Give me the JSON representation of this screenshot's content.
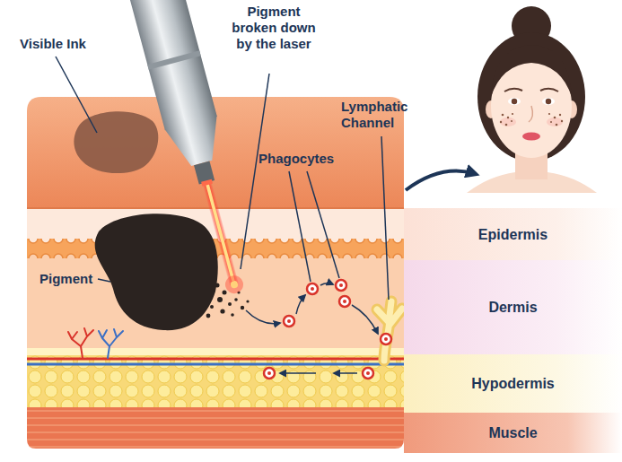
{
  "diagram": {
    "nodes": [
      {
        "text": [
          "Epidermis"
        ]
      },
      {
        "text": [
          "Dermis"
        ]
      },
      {
        "text": [
          "Hypodermis"
        ]
      },
      {
        "text": [
          "Muscle"
        ]
      }
    ],
    "labels": [
      "Visible Ink",
      "Pigment broken down by the laser",
      "Lymphatic Channel",
      "Phagocytes",
      "Pigment"
    ]
  }
}
